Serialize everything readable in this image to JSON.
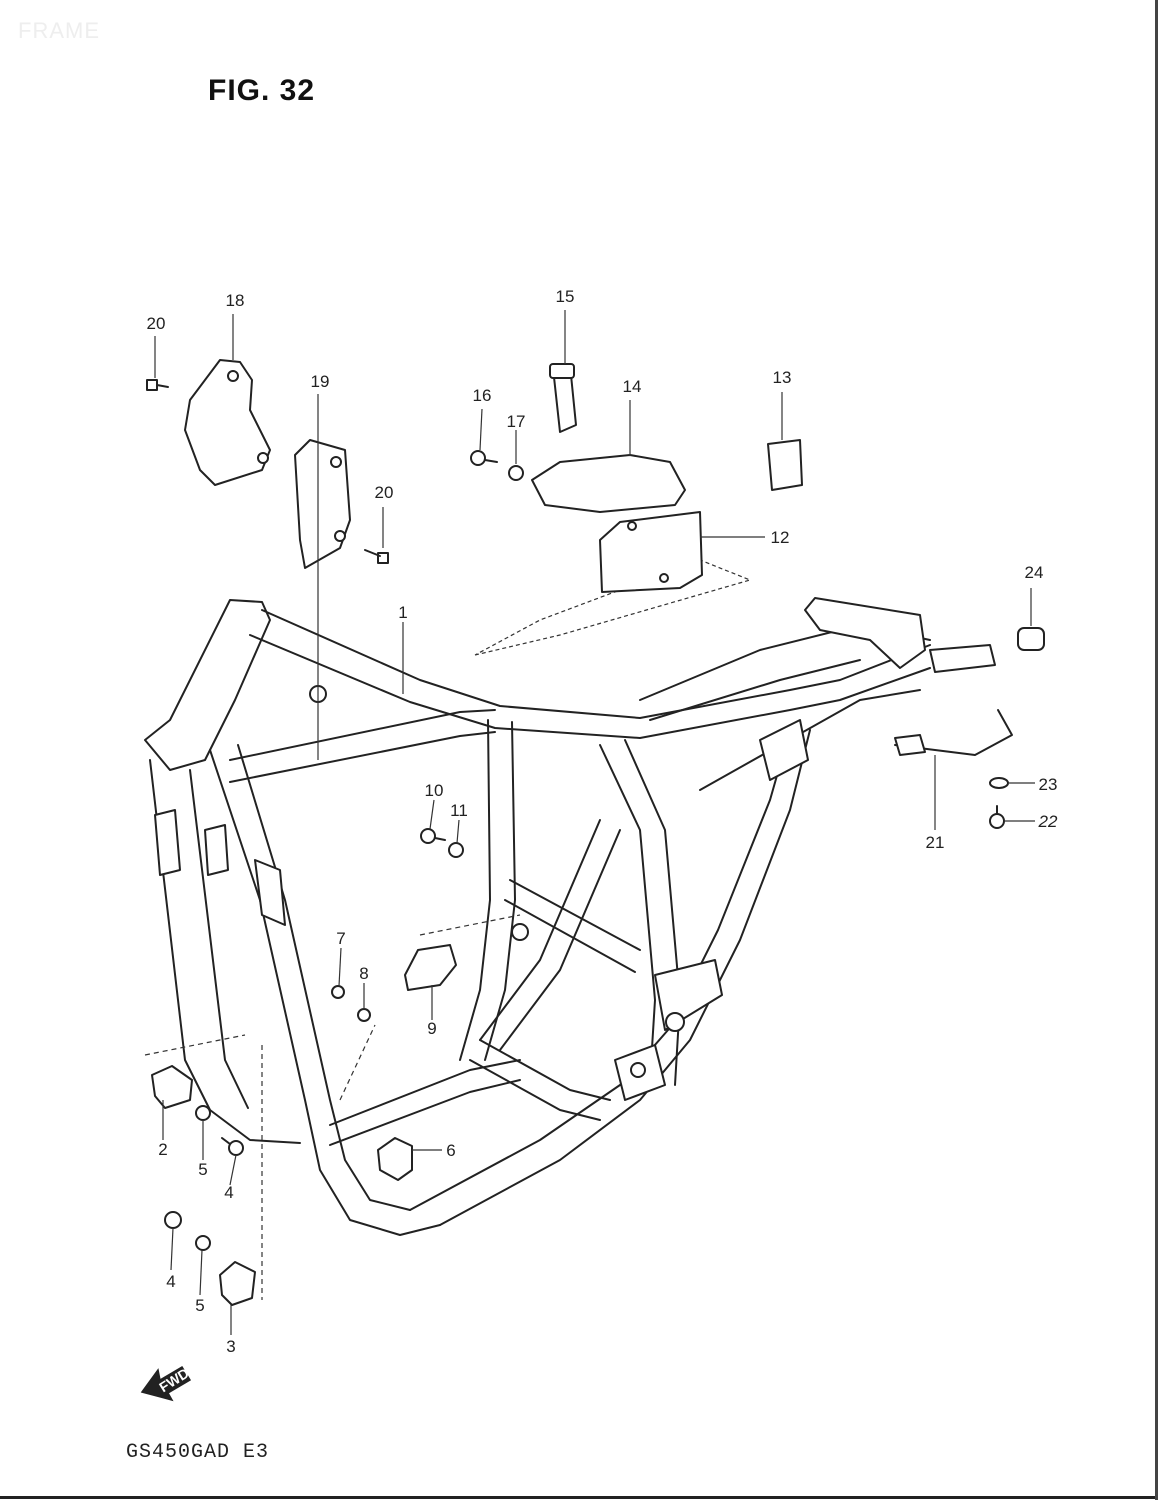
{
  "watermark": "FRAME",
  "figure_title": "FIG. 32",
  "model_code": "GS450GAD E3",
  "fwd_label": "FWD",
  "callouts": [
    {
      "label": "1"
    },
    {
      "label": "2"
    },
    {
      "label": "3"
    },
    {
      "label": "4"
    },
    {
      "label": "4"
    },
    {
      "label": "5"
    },
    {
      "label": "5"
    },
    {
      "label": "6"
    },
    {
      "label": "7"
    },
    {
      "label": "8"
    },
    {
      "label": "9"
    },
    {
      "label": "10"
    },
    {
      "label": "11"
    },
    {
      "label": "12"
    },
    {
      "label": "13"
    },
    {
      "label": "14"
    },
    {
      "label": "15"
    },
    {
      "label": "16"
    },
    {
      "label": "17"
    },
    {
      "label": "18"
    },
    {
      "label": "19"
    },
    {
      "label": "20"
    },
    {
      "label": "20"
    },
    {
      "label": "21"
    },
    {
      "label": "22"
    },
    {
      "label": "23"
    },
    {
      "label": "24"
    }
  ]
}
